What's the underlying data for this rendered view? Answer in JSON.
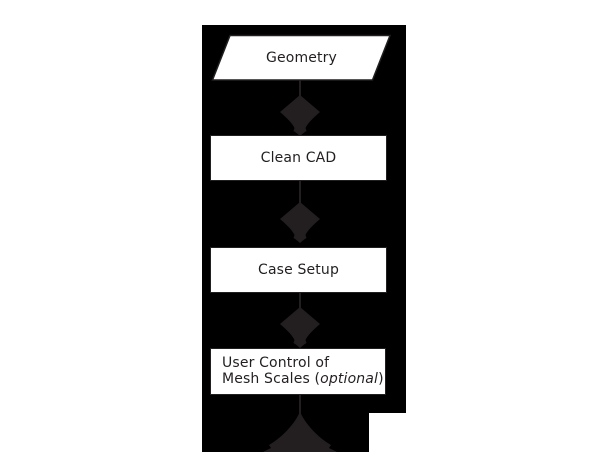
{
  "diagram": {
    "type": "flowchart",
    "orientation": "top-to-bottom",
    "colors": {
      "page-bg": "#ffffff",
      "diagram-bg": "#000000",
      "ink": "#231f20",
      "shape-fill": "#ffffff"
    },
    "nodes": [
      {
        "id": "geometry",
        "shape": "parallelogram",
        "label": "Geometry"
      },
      {
        "id": "clean-cad",
        "shape": "rectangle",
        "label": "Clean CAD"
      },
      {
        "id": "case-setup",
        "shape": "rectangle",
        "label": "Case Setup"
      },
      {
        "id": "user-control",
        "shape": "rectangle",
        "lines": {
          "line1": "User Control of",
          "line2_pre": "Mesh Scales (",
          "line2_italic": "optional",
          "line2_post": ")"
        }
      }
    ],
    "connectors": [
      {
        "from": "Geometry",
        "to": "Clean CAD",
        "direction": "down",
        "head": "diamond-nib"
      },
      {
        "from": "Clean CAD",
        "to": "Case Setup",
        "direction": "down",
        "head": "diamond-nib"
      },
      {
        "from": "Case Setup",
        "to": "User Control of Mesh Scales (optional)",
        "direction": "down",
        "head": "diamond-nib"
      },
      {
        "from": "User Control of Mesh Scales (optional)",
        "to": "",
        "direction": "down",
        "head": "diamond-nib-clipped-at-bottom-edge"
      }
    ]
  }
}
